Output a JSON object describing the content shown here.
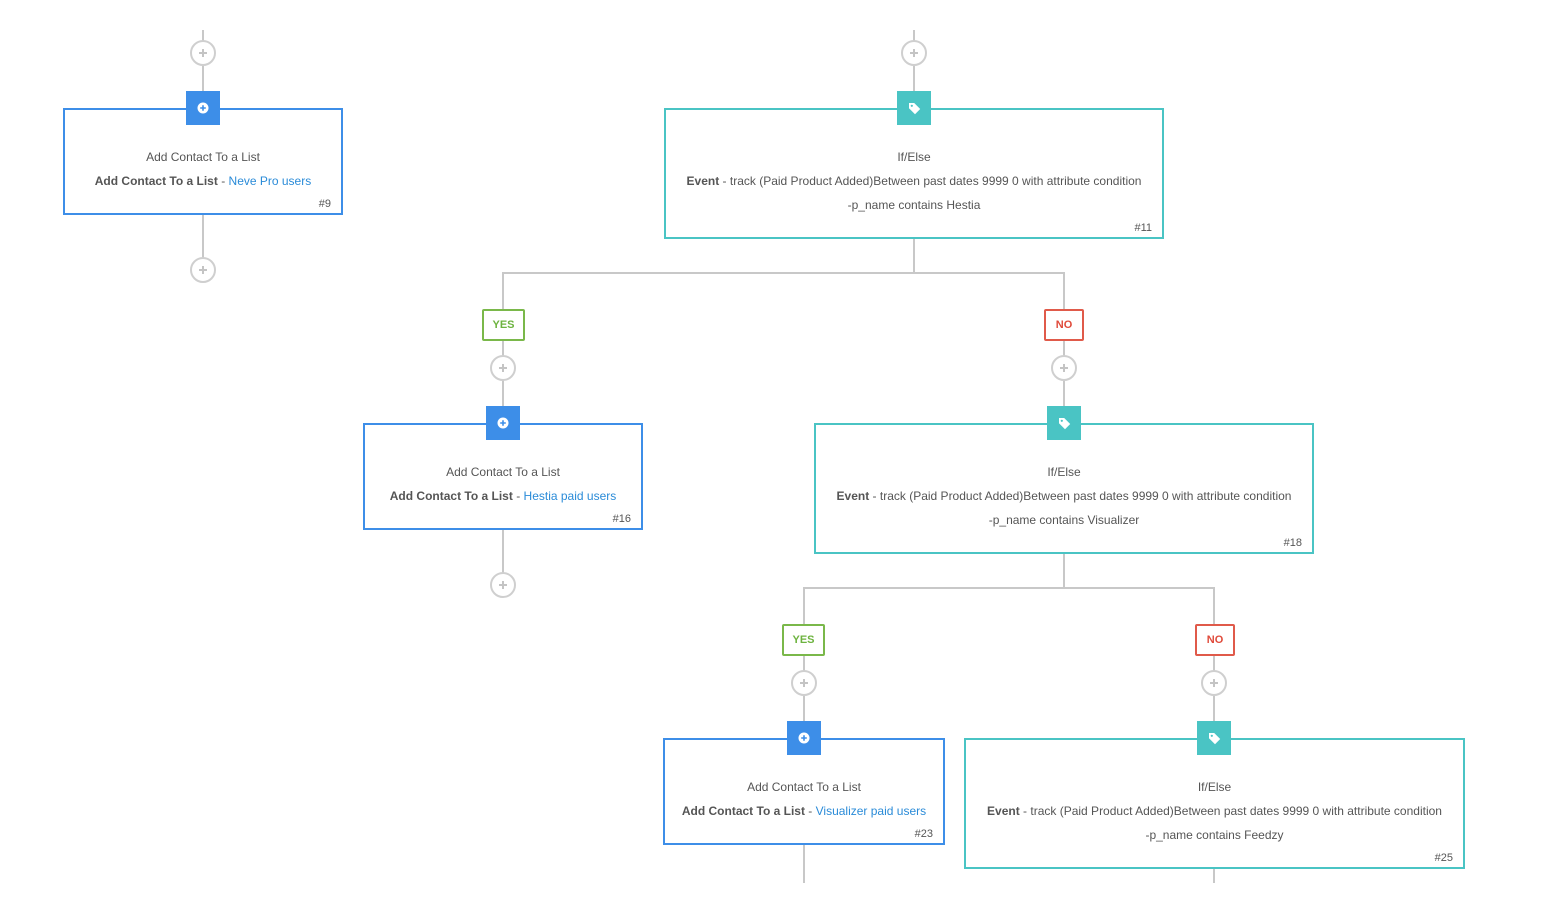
{
  "cards": {
    "c9": {
      "title": "Add Contact To a List",
      "action": "Add Contact To a List",
      "sep": " - ",
      "list": "Neve Pro users",
      "num": "#9"
    },
    "c11": {
      "title": "If/Else",
      "event": "Event",
      "sep": " - ",
      "line1": "track (Paid Product Added)Between past dates 9999 0 with attribute condition",
      "line2": "-p_name contains Hestia",
      "num": "#11"
    },
    "c16": {
      "title": "Add Contact To a List",
      "action": "Add Contact To a List",
      "sep": " - ",
      "list": "Hestia paid users",
      "num": "#16"
    },
    "c18": {
      "title": "If/Else",
      "event": "Event",
      "sep": " - ",
      "line1": "track (Paid Product Added)Between past dates 9999 0 with attribute condition",
      "line2": "-p_name contains Visualizer",
      "num": "#18"
    },
    "c23": {
      "title": "Add Contact To a List",
      "action": "Add Contact To a List",
      "sep": " - ",
      "list": "Visualizer paid users",
      "num": "#23"
    },
    "c25": {
      "title": "If/Else",
      "event": "Event",
      "sep": " - ",
      "line1": "track (Paid Product Added)Between past dates 9999 0 with attribute condition",
      "line2": "-p_name contains Feedzy",
      "num": "#25"
    }
  },
  "branches": {
    "yes": "YES",
    "no": "NO"
  },
  "icons": {
    "list_action": "add-circle-icon",
    "condition": "tag-icon"
  },
  "colors": {
    "action_border": "#3d8ee8",
    "condition_border": "#4ac4c4",
    "yes": "#6db33f",
    "no": "#e04a3a",
    "link": "#2a8bd8"
  }
}
